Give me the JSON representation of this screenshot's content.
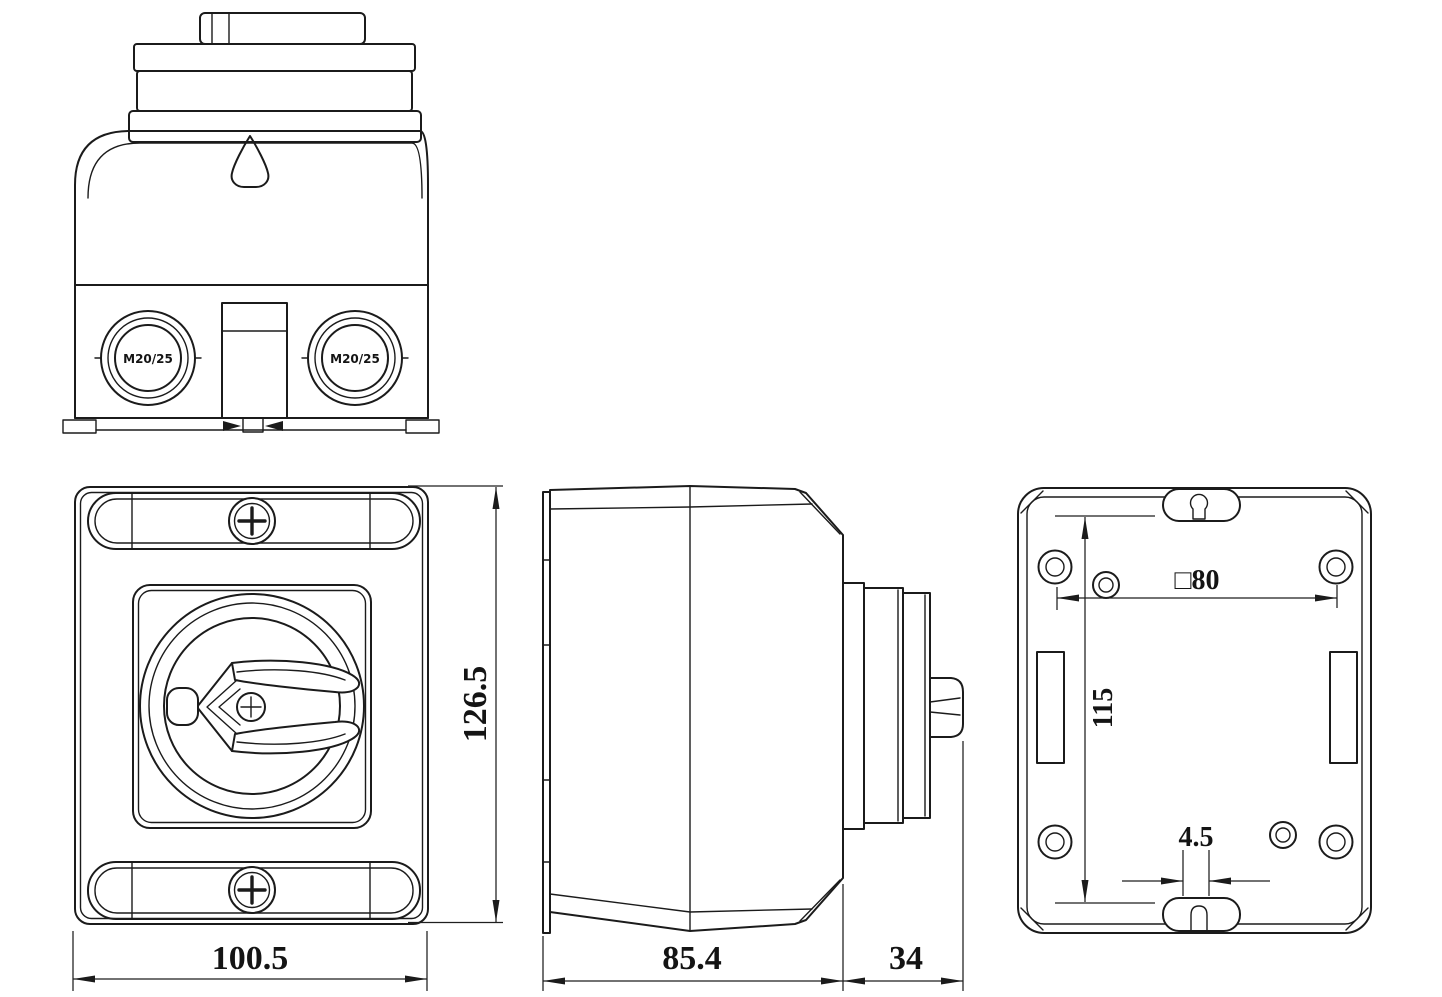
{
  "colors": {
    "background": "#ffffff",
    "line": "#1b1b1b"
  },
  "dimensions": {
    "front_width": "100.5",
    "front_height": "126.5",
    "side_body_depth": "85.4",
    "side_handle_depth": "34",
    "back_hole_spacing": "□80",
    "back_mount_height": "115",
    "back_slot_width": "4.5"
  },
  "labels": {
    "cable_gland_left": "M20/25",
    "cable_gland_right": "M20/25"
  }
}
